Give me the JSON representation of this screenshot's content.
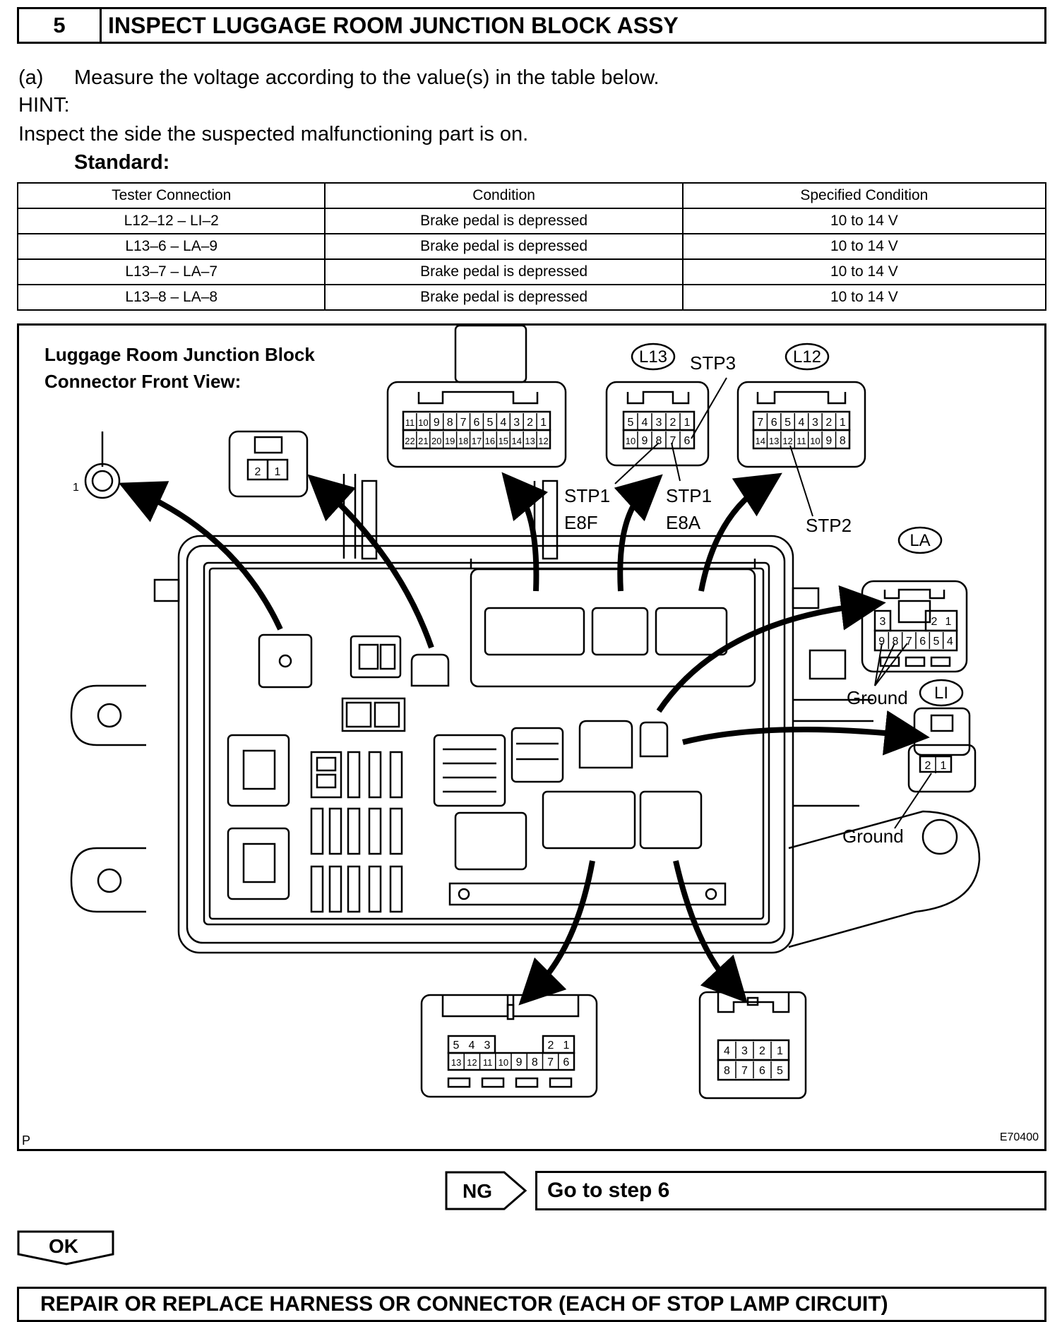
{
  "step": {
    "number": "5",
    "title": "INSPECT LUGGAGE ROOM JUNCTION BLOCK ASSY"
  },
  "instruction": {
    "label": "(a)",
    "text": "Measure the voltage according to the value(s) in the table below."
  },
  "hint": {
    "label": "HINT:",
    "text": "Inspect the side the suspected malfunctioning part is on."
  },
  "standard_label": "Standard:",
  "table": {
    "headers": [
      "Tester Connection",
      "Condition",
      "Specified Condition"
    ],
    "rows": [
      [
        "L12–12 – LI–2",
        "Brake pedal is depressed",
        "10 to 14 V"
      ],
      [
        "L13–6 – LA–9",
        "Brake pedal is depressed",
        "10 to 14 V"
      ],
      [
        "L13–7 – LA–7",
        "Brake pedal is depressed",
        "10 to 14 V"
      ],
      [
        "L13–8 – LA–8",
        "Brake pedal is depressed",
        "10 to 14 V"
      ]
    ]
  },
  "figure": {
    "caption_line1": "Luggage Room Junction Block",
    "caption_line2": "Connector Front View:",
    "labels": {
      "l13": "L13",
      "l12": "L12",
      "la": "LA",
      "li": "LI",
      "stp3": "STP3",
      "stp1_a": "STP1",
      "e8f": "E8F",
      "stp1_b": "STP1",
      "e8a": "E8A",
      "stp2": "STP2",
      "ground_a": "Ground",
      "ground_b": "Ground",
      "terminal_1": "1"
    },
    "pins": {
      "c22_top": [
        "11",
        "10",
        "9",
        "8",
        "7",
        "6",
        "5",
        "4",
        "3",
        "2",
        "1"
      ],
      "c22_bot": [
        "22",
        "21",
        "20",
        "19",
        "18",
        "17",
        "16",
        "15",
        "14",
        "13",
        "12"
      ],
      "l13_top": [
        "5",
        "4",
        "3",
        "2",
        "1"
      ],
      "l13_bot": [
        "10",
        "9",
        "8",
        "7",
        "6"
      ],
      "l12_top": [
        "7",
        "6",
        "5",
        "4",
        "3",
        "2",
        "1"
      ],
      "l12_bot": [
        "14",
        "13",
        "12",
        "11",
        "10",
        "9",
        "8"
      ],
      "two": [
        "2",
        "1"
      ],
      "la_top": [
        "3",
        "2",
        "1"
      ],
      "la_bot": [
        "9",
        "8",
        "7",
        "6",
        "5",
        "4"
      ],
      "li": [
        "2",
        "1"
      ],
      "b13_top": [
        "5",
        "4",
        "3",
        "2",
        "1"
      ],
      "b13_bot": [
        "13",
        "12",
        "11",
        "10",
        "9",
        "8",
        "7",
        "6"
      ],
      "b8_top": [
        "4",
        "3",
        "2",
        "1"
      ],
      "b8_bot": [
        "8",
        "7",
        "6",
        "5"
      ]
    },
    "corner_left": "P",
    "figure_id": "E70400"
  },
  "ng": {
    "label": "NG",
    "text": "Go to step 6"
  },
  "ok": {
    "label": "OK"
  },
  "final": "REPAIR OR REPLACE HARNESS OR CONNECTOR (EACH OF STOP LAMP CIRCUIT)"
}
